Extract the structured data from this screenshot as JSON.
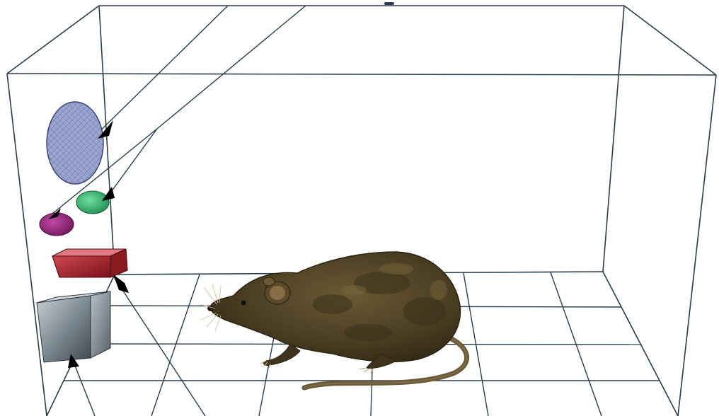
{
  "scene": {
    "objects": [
      {
        "id": "disc",
        "shape": "ellipse",
        "color": "#8e9cc8",
        "pattern": "cross-hatch"
      },
      {
        "id": "green-oval",
        "shape": "ellipse",
        "color": "#2fae6a"
      },
      {
        "id": "purple-oval",
        "shape": "ellipse",
        "color": "#9a2a7c"
      },
      {
        "id": "red-box",
        "shape": "box",
        "color": "#b3232c"
      },
      {
        "id": "gray-cube",
        "shape": "cube",
        "color": "#7d8890"
      }
    ],
    "subject": "rat",
    "colors": {
      "wire": "#2b3c4a",
      "rat_fur": "#4a3d22",
      "rat_dark": "#2e2612",
      "rat_tail": "#6a5a38",
      "arrow": "#000000"
    }
  }
}
